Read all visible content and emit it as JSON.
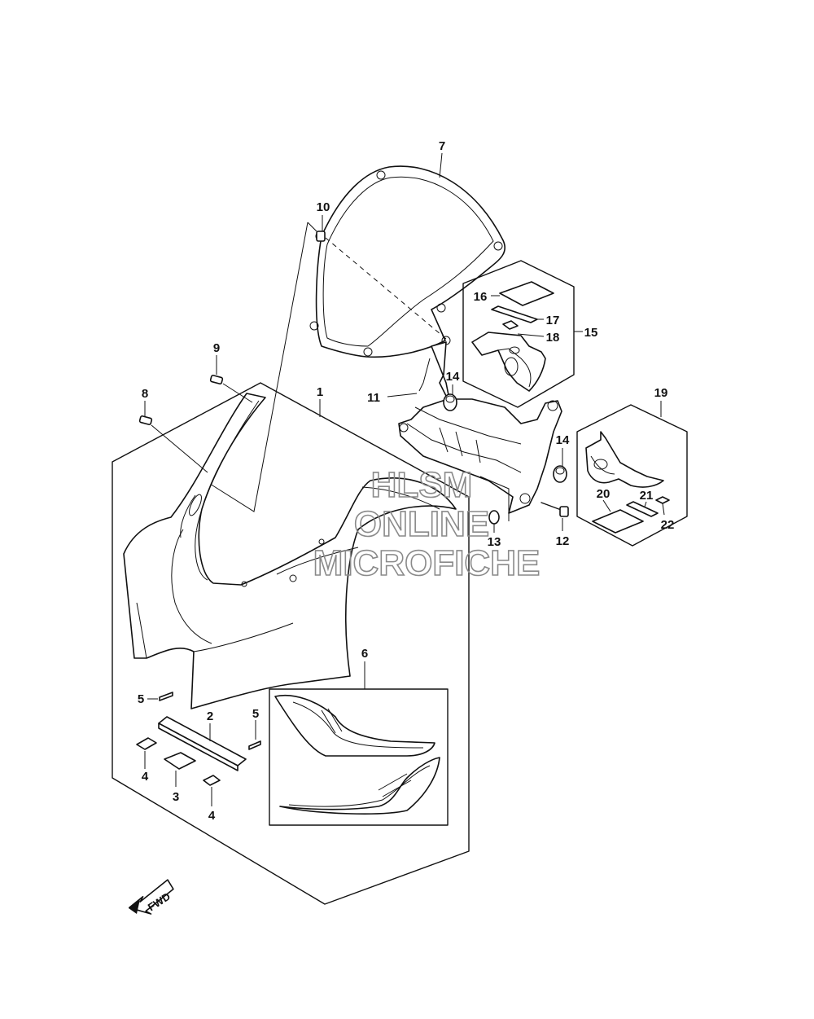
{
  "callouts": {
    "c1": "1",
    "c2": "2",
    "c3": "3",
    "c4a": "4",
    "c4b": "4",
    "c5a": "5",
    "c5b": "5",
    "c6": "6",
    "c7": "7",
    "c8": "8",
    "c9": "9",
    "c10": "10",
    "c11": "11",
    "c12": "12",
    "c13": "13",
    "c14a": "14",
    "c14b": "14",
    "c15": "15",
    "c16": "16",
    "c17": "17",
    "c18": "18",
    "c19": "19",
    "c20": "20",
    "c21": "21",
    "c22": "22"
  },
  "watermark": {
    "line1": "HLSM",
    "line2": "ONLINE",
    "line3": "MICROFICHE"
  },
  "direction_arrow": {
    "label": "FWD"
  }
}
